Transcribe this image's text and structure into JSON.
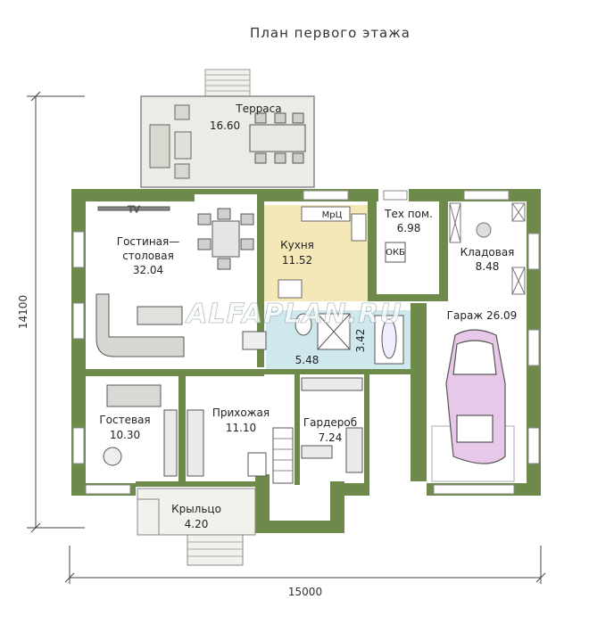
{
  "title": "План первого этажа",
  "watermark": "ALFAPLAN.RU",
  "dimensions": {
    "width": "15000",
    "height": "14100"
  },
  "rooms": {
    "terrace": {
      "name": "Терраса",
      "area": "16.60"
    },
    "living": {
      "name_line1": "Гостиная—",
      "name_line2": "столовая",
      "area": "32.04"
    },
    "kitchen": {
      "name": "Кухня",
      "area": "11.52"
    },
    "tech": {
      "name": "Тех пом.",
      "area": "6.98"
    },
    "storage": {
      "name": "Кладовая",
      "area": "8.48"
    },
    "garage": {
      "name": "Гараж",
      "area": "26.09"
    },
    "bath": {
      "area": "5.48"
    },
    "shower": {
      "area": "3.42"
    },
    "guest": {
      "name": "Гостевая",
      "area": "10.30"
    },
    "hall": {
      "name": "Прихожая",
      "area": "11.10"
    },
    "wardrobe": {
      "name": "Гардероб",
      "area": "7.24"
    },
    "porch": {
      "name": "Крыльцо",
      "area": "4.20"
    }
  },
  "fixtures": {
    "tv_label": "TV",
    "wash_label": "МрЦ",
    "boiler_label": "ОКБ"
  },
  "colors": {
    "wall": "#6e8a4a",
    "floor": "#ffffff",
    "kitchen": "#f4e8b8",
    "bath": "#cfe8ee",
    "terrace": "#ecebe6",
    "car": "#e8c8e8"
  }
}
